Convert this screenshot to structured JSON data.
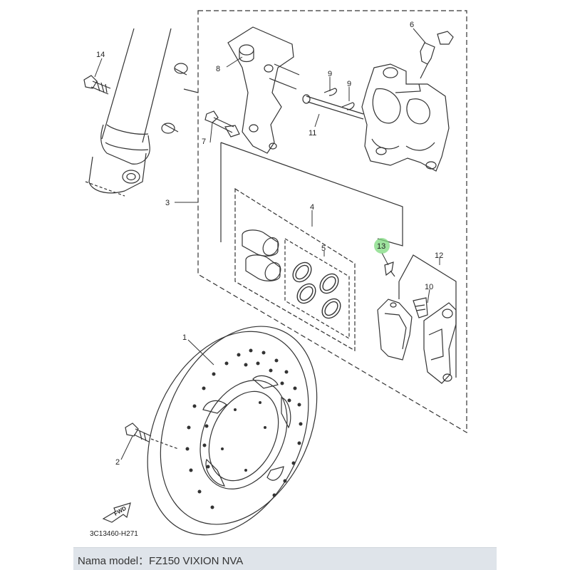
{
  "callouts": {
    "c1": "1",
    "c2": "2",
    "c3": "3",
    "c4": "4",
    "c5": "5",
    "c6": "6",
    "c7": "7",
    "c8": "8",
    "c9a": "9",
    "c9b": "9",
    "c10": "10",
    "c11": "11",
    "c12": "12",
    "c13": "13",
    "c14": "14"
  },
  "highlight_color": "#7ed97e",
  "fwd_label": "FWD",
  "diagram_code": "3C13460-H271",
  "footer": {
    "text": "Nama model：FZ150 VIXION NVA"
  }
}
